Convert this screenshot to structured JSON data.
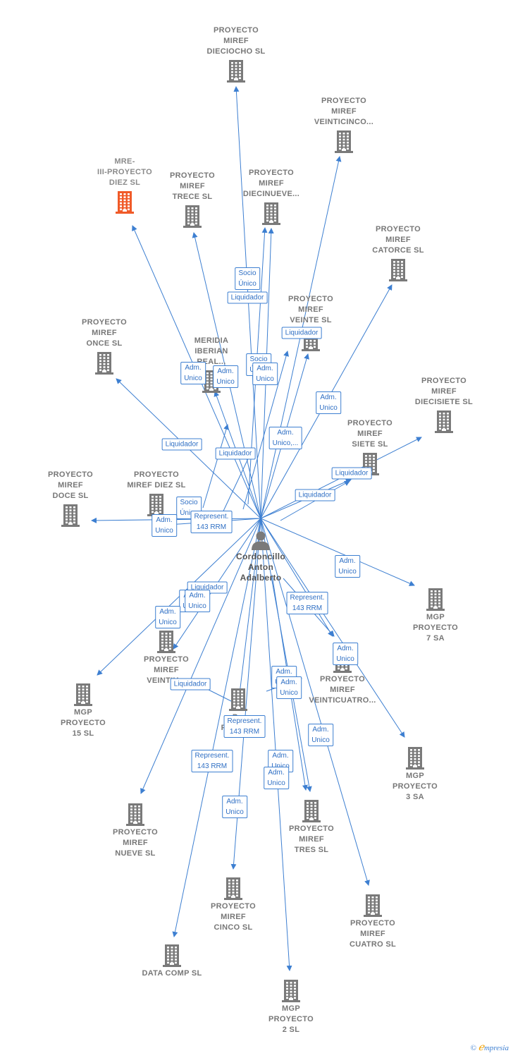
{
  "colors": {
    "edge": "#3d7fd1",
    "building": "#7a7a7a",
    "highlight": "#f05a28",
    "person": "#7a7a7a"
  },
  "center": {
    "label": "Cordoncillo\nAnton\nAdalberto",
    "icon": "person-icon"
  },
  "companies": [
    {
      "id": "dieciocho",
      "label": "PROYECTO\nMIREF\nDIECIOCHO  SL",
      "icon": "building-icon"
    },
    {
      "id": "veinticinco",
      "label": "PROYECTO\nMIREF\nVEINTICINCO...",
      "icon": "building-icon"
    },
    {
      "id": "mre3",
      "label": "MRE-\nIII-PROYECTO\nDIEZ  SL",
      "icon": "building-icon",
      "highlight": true
    },
    {
      "id": "trece",
      "label": "PROYECTO\nMIREF\nTRECE  SL",
      "icon": "building-icon"
    },
    {
      "id": "diecinueve",
      "label": "PROYECTO\nMIREF\nDIECINUEVE...",
      "icon": "building-icon"
    },
    {
      "id": "catorce",
      "label": "PROYECTO\nMIREF\nCATORCE  SL",
      "icon": "building-icon"
    },
    {
      "id": "veinte",
      "label": "PROYECTO\nMIREF\nVEINTE  SL",
      "icon": "building-icon"
    },
    {
      "id": "once",
      "label": "PROYECTO\nMIREF\nONCE  SL",
      "icon": "building-icon"
    },
    {
      "id": "meridia",
      "label": "MERIDIA\nIBERIAN\nREAL...",
      "icon": "building-icon"
    },
    {
      "id": "diecisiete",
      "label": "PROYECTO\nMIREF\nDIECISIETE  SL",
      "icon": "building-icon"
    },
    {
      "id": "siete",
      "label": "PROYECTO\nMIREF\nSIETE  SL",
      "icon": "building-icon"
    },
    {
      "id": "doce",
      "label": "PROYECTO\nMIREF\nDOCE  SL",
      "icon": "building-icon"
    },
    {
      "id": "diez",
      "label": "PROYECTO\nMIREF DIEZ  SL",
      "icon": "building-icon"
    },
    {
      "id": "mgp7",
      "label": "MGP\nPROYECTO\n7 SA",
      "icon": "building-icon"
    },
    {
      "id": "veintiuno",
      "label": "PROYECTO\nMIREF\nVEINTIU...",
      "icon": "building-icon"
    },
    {
      "id": "veinticuatro",
      "label": "PROYECTO\nMIREF\nVEINTICUATRO...",
      "icon": "building-icon"
    },
    {
      "id": "mgp15",
      "label": "MGP\nPROYECTO\n15  SL",
      "icon": "building-icon"
    },
    {
      "id": "forte",
      "label": "P...\nFORTE...",
      "icon": "building-icon"
    },
    {
      "id": "mgp3",
      "label": "MGP\nPROYECTO\n3 SA",
      "icon": "building-icon"
    },
    {
      "id": "nueve",
      "label": "PROYECTO\nMIREF\nNUEVE  SL",
      "icon": "building-icon"
    },
    {
      "id": "tres",
      "label": "PROYECTO\nMIREF\nTRES  SL",
      "icon": "building-icon"
    },
    {
      "id": "cinco",
      "label": "PROYECTO\nMIREF\nCINCO  SL",
      "icon": "building-icon"
    },
    {
      "id": "cuatro",
      "label": "PROYECTO\nMIREF\nCUATRO  SL",
      "icon": "building-icon"
    },
    {
      "id": "datacomp",
      "label": "DATA COMP SL",
      "icon": "building-icon"
    },
    {
      "id": "mgp2",
      "label": "MGP\nPROYECTO\n2  SL",
      "icon": "building-icon"
    }
  ],
  "edge_labels": [
    "Socio\nÚnico",
    "Liquidador",
    "Liquidador",
    "Adm.\nUnico",
    "Adm.\nUnico",
    "Socio\nÚnico",
    "Adm.\nUnico",
    "Adm.\nUnico",
    "Liquidador",
    "Liquidador",
    "Adm.\nUnico,...",
    "Liquidador",
    "Liquidador",
    "Socio\nÚnico",
    "Adm.\nUnico",
    "Represent.\n143 RRM",
    "Adm.\nUnico",
    "Liquidador",
    "Adm.\nUnico",
    "Represent.\n143 RRM",
    "Adm.\nUnico",
    "Adm.\nUnico",
    "Liquidador",
    "Adm.\nUnico",
    "Represent.\n143 RRM",
    "Represent.\n143 RRM",
    "Adm.\nUnico",
    "Adm.\nUnico",
    "Adm.\nUnico",
    "Adm.\nUnico",
    "Adm.\nUnico",
    "Adm.\nUnico"
  ],
  "footer": {
    "copyright": "©",
    "brand_initial": "ℯ",
    "brand": "mpresia"
  }
}
